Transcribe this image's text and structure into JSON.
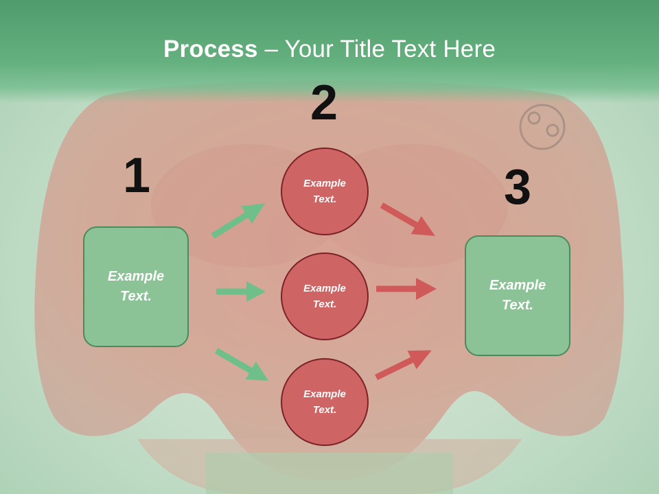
{
  "title": {
    "strong": "Process",
    "rest": " – Your Title Text Here"
  },
  "steps": [
    {
      "number": "1",
      "text": "Example Text."
    },
    {
      "number": "2",
      "items": [
        "Example Text.",
        "Example Text.",
        "Example Text."
      ]
    },
    {
      "number": "3",
      "text": "Example Text."
    }
  ],
  "colors": {
    "header": "#5aa675",
    "box_fill": "#84c496",
    "box_border": "#4c8a5e",
    "circle_fill": "#cf6464",
    "circle_border": "#7a2227",
    "arrow_green": "#6fbf8a",
    "arrow_red": "#d05a5a"
  }
}
